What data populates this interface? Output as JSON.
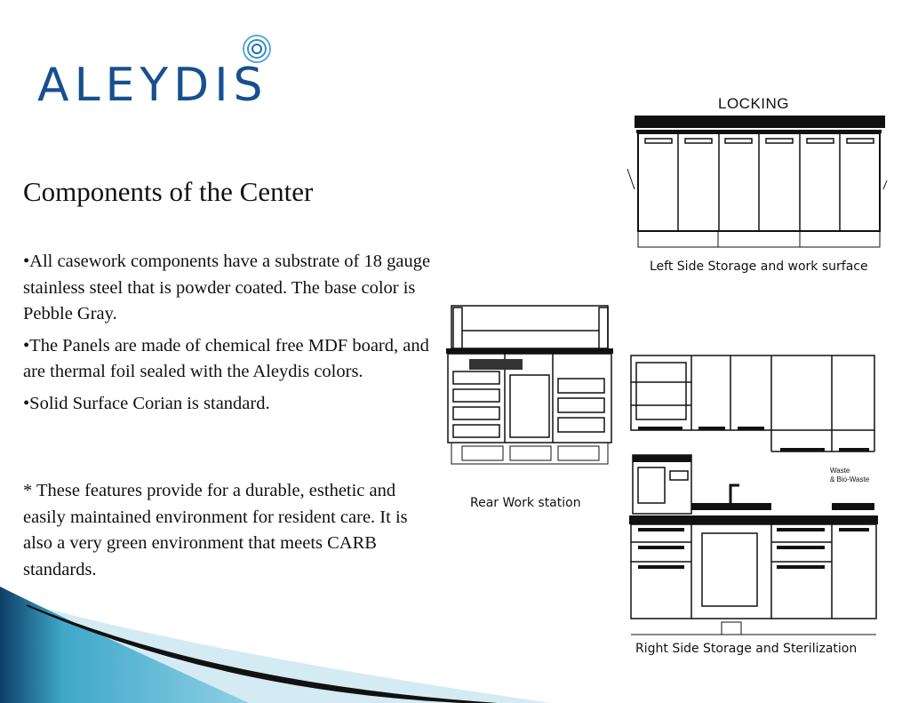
{
  "brand": {
    "name": "ALEYDIS",
    "color": "#17508e"
  },
  "slide": {
    "title": "Components of  the Center",
    "bullets": [
      "•All casework components have a substrate of 18 gauge stainless steel that is powder coated. The base color is Pebble Gray.",
      "•The Panels are made of  chemical free MDF board, and are thermal foil sealed with the Aleydis colors.",
      "•Solid Surface Corian is standard."
    ],
    "note": "* These features provide for a durable, esthetic and easily maintained environment for resident care.  It is also a very green environment that meets CARB standards."
  },
  "drawings": {
    "locking_label": "LOCKING",
    "left_caption": "Left Side Storage and work surface",
    "rear_caption": "Rear Work station",
    "right_caption": "Right Side Storage and Sterilization",
    "waste_label": "Waste\n& Bio-Waste"
  },
  "colors": {
    "accent_dark": "#0d3f66",
    "accent_teal": "#3fa7c9",
    "accent_light": "#bfe0ec"
  }
}
